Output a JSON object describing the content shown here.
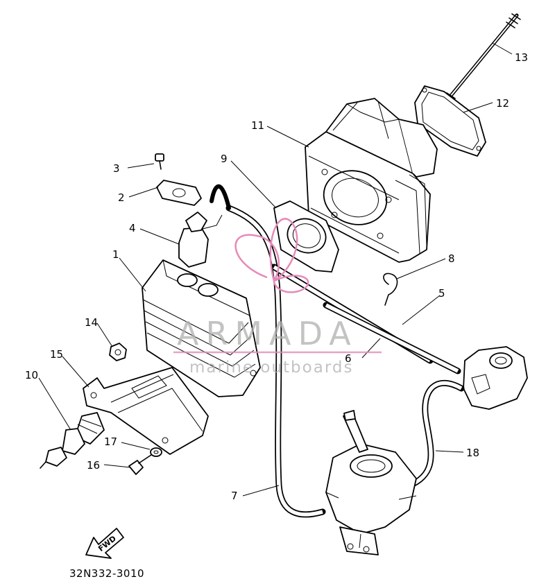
{
  "diagram": {
    "callouts": [
      {
        "id": "1",
        "label": "1"
      },
      {
        "id": "2",
        "label": "2"
      },
      {
        "id": "3",
        "label": "3"
      },
      {
        "id": "4",
        "label": "4"
      },
      {
        "id": "5",
        "label": "5"
      },
      {
        "id": "6",
        "label": "6"
      },
      {
        "id": "7",
        "label": "7"
      },
      {
        "id": "8",
        "label": "8"
      },
      {
        "id": "9",
        "label": "9"
      },
      {
        "id": "10",
        "label": "10"
      },
      {
        "id": "11",
        "label": "11"
      },
      {
        "id": "12",
        "label": "12"
      },
      {
        "id": "13",
        "label": "13"
      },
      {
        "id": "14",
        "label": "14"
      },
      {
        "id": "15",
        "label": "15"
      },
      {
        "id": "16",
        "label": "16"
      },
      {
        "id": "17",
        "label": "17"
      },
      {
        "id": "18",
        "label": "18"
      }
    ],
    "part_code": "32N332-3010",
    "fwd_label": "FWD"
  },
  "watermark": {
    "brand": "ARMADA",
    "tagline": "marine outboards",
    "accent_color": "#e58ab9"
  }
}
